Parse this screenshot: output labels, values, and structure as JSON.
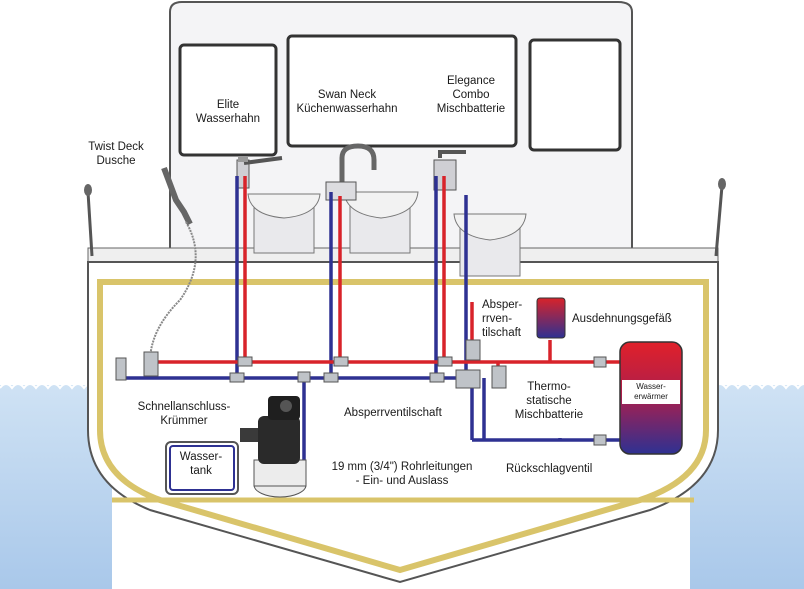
{
  "labels": {
    "twist_deck": [
      "Twist Deck",
      "Dusche"
    ],
    "elite": [
      "Elite",
      "Wasserhahn"
    ],
    "swan_neck": [
      "Swan Neck",
      "Küchenwasserhahn"
    ],
    "elegance": [
      "Elegance",
      "Combo",
      "Mischbatterie"
    ],
    "absperr_top": [
      "Absper-",
      "rrven-",
      "tilschaft"
    ],
    "ausdehnung": [
      "Ausdehnungsgefäß"
    ],
    "schnellanschluss": [
      "Schnellanschluss-",
      "Krümmer"
    ],
    "absperrventilschaft": [
      "Absperrventilschaft"
    ],
    "thermo": [
      "Thermo-",
      "statische",
      "Mischbatterie"
    ],
    "rohrleitungen": [
      "19 mm (3/4\") Rohrleitungen",
      "- Ein- und Auslass"
    ],
    "rueckschlag": [
      "Rückschlagventil"
    ],
    "wassertank": [
      "Wasser-",
      "tank"
    ],
    "wassererwaermer": [
      "Wasser-",
      "erwärmer"
    ]
  },
  "colors": {
    "hull_outline": "#d9c46a",
    "hot_pipe": "#d8232a",
    "cold_pipe": "#2e3192",
    "water": "#b9d4ee",
    "cabin_fill": "#f4f4f6",
    "hull_fill": "#ffffff"
  }
}
